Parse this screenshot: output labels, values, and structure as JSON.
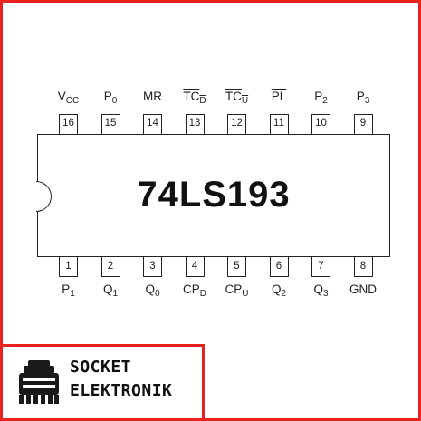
{
  "chip": {
    "name": "74LS193",
    "top_pins": [
      {
        "number": "16",
        "label": "V",
        "sub": "CC",
        "overline": false
      },
      {
        "number": "15",
        "label": "P",
        "sub": "0",
        "overline": false
      },
      {
        "number": "14",
        "label": "MR",
        "sub": "",
        "overline": false
      },
      {
        "number": "13",
        "label": "TC",
        "sub": "D",
        "overline": true
      },
      {
        "number": "12",
        "label": "TC",
        "sub": "U",
        "overline": true
      },
      {
        "number": "11",
        "label": "PL",
        "sub": "",
        "overline": true
      },
      {
        "number": "10",
        "label": "P",
        "sub": "2",
        "overline": false
      },
      {
        "number": "9",
        "label": "P",
        "sub": "3",
        "overline": false
      }
    ],
    "bottom_pins": [
      {
        "number": "1",
        "label": "P",
        "sub": "1",
        "overline": false
      },
      {
        "number": "2",
        "label": "Q",
        "sub": "1",
        "overline": false
      },
      {
        "number": "3",
        "label": "Q",
        "sub": "0",
        "overline": false
      },
      {
        "number": "4",
        "label": "CP",
        "sub": "D",
        "overline": false
      },
      {
        "number": "5",
        "label": "CP",
        "sub": "U",
        "overline": false
      },
      {
        "number": "6",
        "label": "Q",
        "sub": "2",
        "overline": false
      },
      {
        "number": "7",
        "label": "Q",
        "sub": "3",
        "overline": false
      },
      {
        "number": "8",
        "label": "GND",
        "sub": "",
        "overline": false
      }
    ]
  },
  "brand": {
    "line1": "SOCKET",
    "line2": "ELEKTRONIK",
    "icon": "ic-chip-logo-icon"
  },
  "colors": {
    "frame": "#e8231f",
    "ink": "#222222"
  }
}
